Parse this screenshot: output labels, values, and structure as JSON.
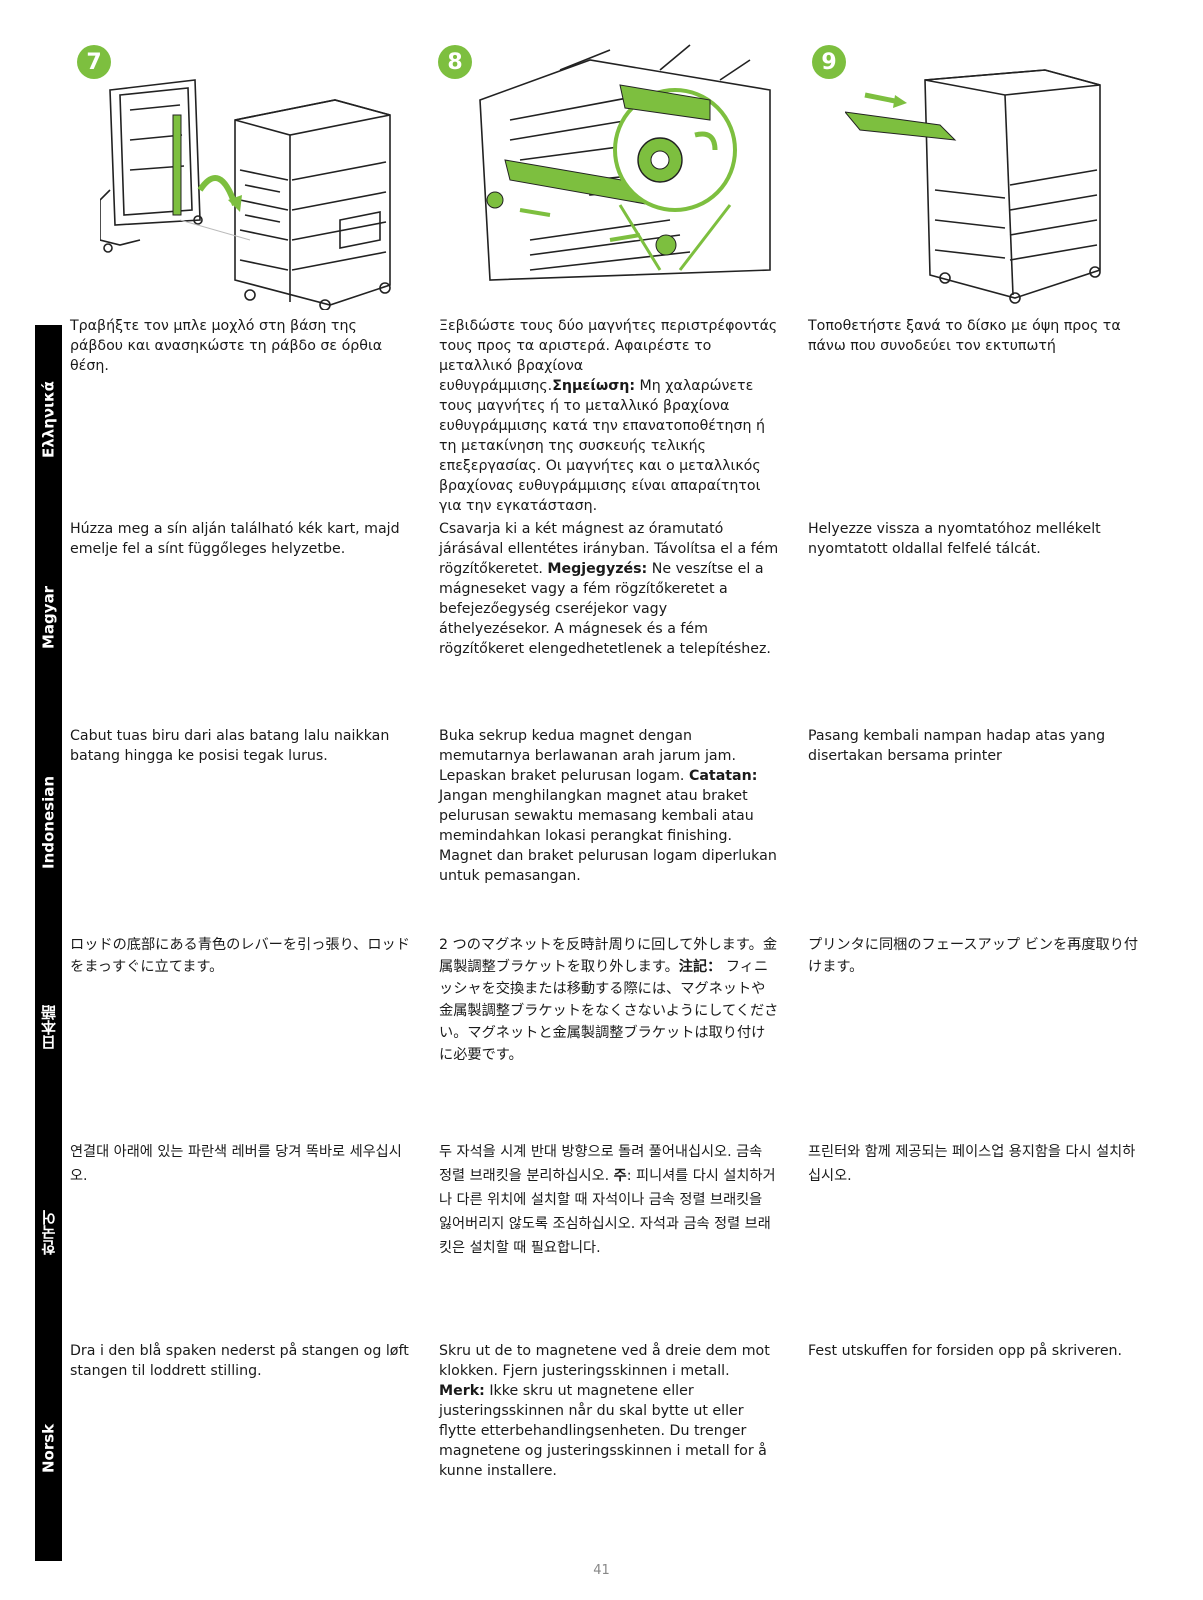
{
  "steps": {
    "s7": "7",
    "s8": "8",
    "s9": "9"
  },
  "colors": {
    "accent": "#7dbf3f",
    "sidebar": "#000000"
  },
  "languages": [
    {
      "name": "Ελληνικά",
      "c1": "Τραβήξτε τον μπλε μοχλό στη βάση της ράβδου και ανασηκώστε τη ράβδο σε όρθια θέση.",
      "c2_pre": "Ξεβιδώστε τους δύο μαγνήτες περιστρέφοντάς τους προς τα αριστερά. Αφαιρέστε το μεταλλικό βραχίονα ευθυγράμμισης.",
      "c2_label": "Σημείωση:",
      "c2_post": " Μη χαλαρώνετε τους μαγνήτες ή το μεταλλικό βραχίονα ευθυγράμμισης κατά την επανατοποθέτηση ή τη μετακίνηση της συσκευής τελικής επεξεργασίας. Οι μαγνήτες και ο μεταλλικός βραχίονας ευθυγράμμισης είναι απαραίτητοι για την εγκατάσταση.",
      "c3": "Τοποθετήστε ξανά το δίσκο με όψη προς τα πάνω που συνοδεύει τον εκτυπωτή"
    },
    {
      "name": "Magyar",
      "c1": "Húzza meg a sín alján található kék kart, majd emelje fel a sínt függőleges helyzetbe.",
      "c2_pre": "Csavarja ki a két mágnest az óramutató járásával ellentétes irányban. Távolítsa el a fém rögzítőkeretet. ",
      "c2_label": "Megjegyzés:",
      "c2_post": " Ne veszítse el a mágneseket vagy a fém rögzítőkeretet a befejezőegység cseréjekor vagy áthelyezésekor. A mágnesek és a fém rögzítőkeret elengedhetetlenek a telepítéshez.",
      "c3": "Helyezze vissza a nyomtatóhoz mellékelt nyomtatott oldallal felfelé tálcát."
    },
    {
      "name": "Indonesian",
      "c1": "Cabut tuas biru dari alas batang lalu naikkan batang hingga ke posisi tegak lurus.",
      "c2_pre": "Buka sekrup kedua magnet dengan memutarnya berlawanan arah jarum jam. Lepaskan braket pelurusan logam. ",
      "c2_label": "Catatan:",
      "c2_post": " Jangan menghilangkan magnet atau braket pelurusan sewaktu memasang kembali atau memindahkan lokasi perangkat finishing. Magnet dan braket pelurusan logam diperlukan untuk pemasangan.",
      "c3": "Pasang kembali nampan hadap atas yang disertakan bersama printer"
    },
    {
      "name": "日本語",
      "c1": "ロッドの底部にある青色のレバーを引っ張り、ロッドをまっすぐに立てます。",
      "c2_pre": "2 つのマグネットを反時計周りに回して外します。金属製調整ブラケットを取り外します。",
      "c2_label": "注記：",
      "c2_post": " フィニッシャを交換または移動する際には、マグネットや金属製調整ブラケットをなくさないようにしてください。マグネットと金属製調整ブラケットは取り付けに必要です。",
      "c3": "プリンタに同梱のフェースアップ ビンを再度取り付けます。"
    },
    {
      "name": "한국어",
      "c1": "연결대 아래에 있는 파란색 레버를 당겨 똑바로 세우십시오.",
      "c2_pre": "두 자석을 시계 반대 방향으로 돌려 풀어내십시오. 금속 정렬 브래킷을 분리하십시오. ",
      "c2_label": "주",
      "c2_post": ": 피니셔를 다시 설치하거나 다른 위치에 설치할 때 자석이나 금속 정렬 브래킷을 잃어버리지 않도록 조심하십시오. 자석과 금속 정렬 브래킷은 설치할 때 필요합니다.",
      "c3": "프린터와 함께 제공되는 페이스업 용지함을 다시 설치하십시오."
    },
    {
      "name": "Norsk",
      "c1": "Dra i den blå spaken nederst på stangen og løft stangen til loddrett stilling.",
      "c2_pre": "Skru ut de to magnetene ved å dreie dem mot klokken. Fjern justeringsskinnen i metall. ",
      "c2_label": "Merk:",
      "c2_post": " Ikke skru ut magnetene eller justeringsskinnen når du skal bytte ut eller flytte etterbehandlingsenheten. Du trenger magnetene og justeringsskinnen i metall for å kunne installere.",
      "c3": "Fest utskuffen for forsiden opp på skriveren."
    }
  ],
  "page_number": "41"
}
